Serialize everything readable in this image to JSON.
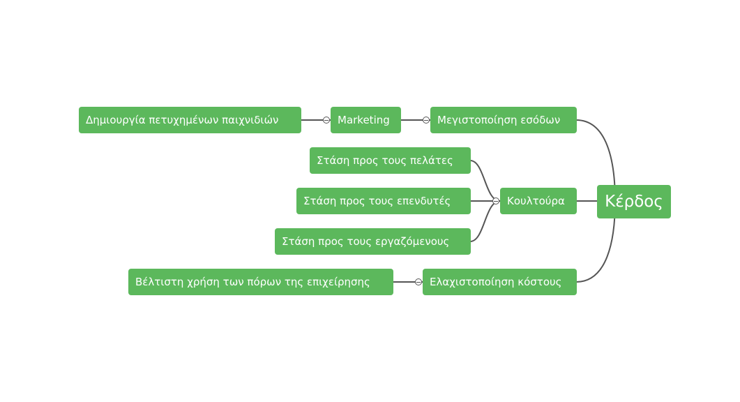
{
  "mindmap": {
    "root": {
      "label": "Κέρδος"
    },
    "branches": [
      {
        "label": "Μεγιστοποίηση εσόδων",
        "children": [
          {
            "label": "Marketing",
            "children": [
              {
                "label": "Δημιουργία πετυχημένων παιχνιδιών"
              }
            ]
          }
        ]
      },
      {
        "label": "Κουλτούρα",
        "children": [
          {
            "label": "Στάση προς τους πελάτες"
          },
          {
            "label": "Στάση προς τους επενδυτές"
          },
          {
            "label": "Στάση προς τους εργαζόμενους"
          }
        ]
      },
      {
        "label": "Ελαχιστοποίηση κόστους",
        "children": [
          {
            "label": "Βέλτιστη χρήση των πόρων της επιχείρησης"
          }
        ]
      }
    ]
  },
  "colors": {
    "node_fill": "#5cb85c",
    "node_text": "#ffffff",
    "link": "#555555",
    "background": "#ffffff"
  }
}
